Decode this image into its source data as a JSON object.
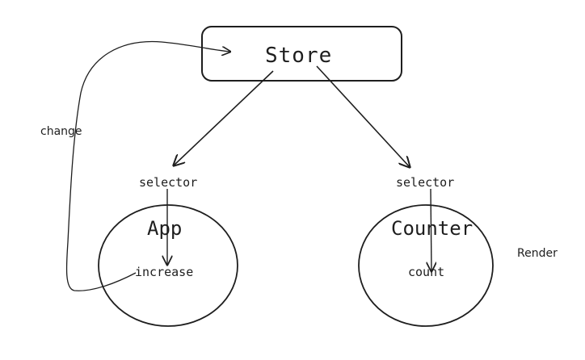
{
  "nodes": {
    "store": "Store",
    "app": "App",
    "counter": "Counter"
  },
  "labels": {
    "selector_left": "selector",
    "selector_right": "selector",
    "increase": "increase",
    "count": "count",
    "change": "change",
    "render": "Render"
  },
  "colors": {
    "stroke": "#1e1e1e",
    "background": "#ffffff"
  }
}
